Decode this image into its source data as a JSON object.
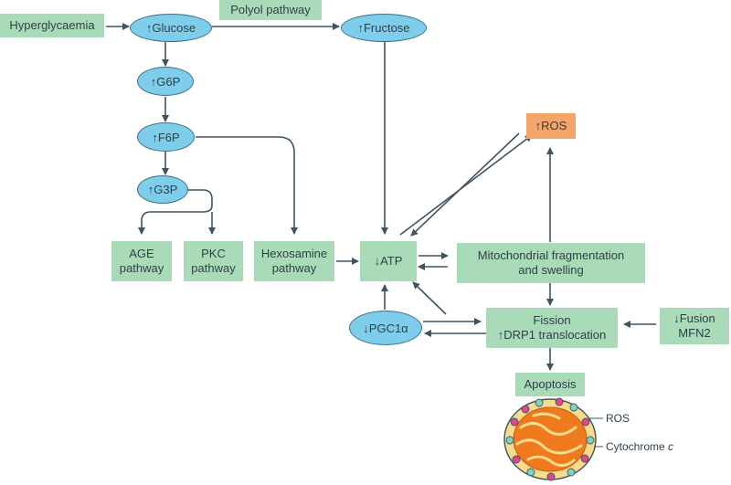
{
  "nodes": {
    "hyperglycaemia": "Hyperglycaemia",
    "polyol_pathway": "Polyol pathway",
    "glucose": "↑Glucose",
    "fructose": "↑Fructose",
    "g6p": "↑G6P",
    "f6p": "↑F6P",
    "g3p": "↑G3P",
    "age_pathway": [
      "AGE",
      "pathway"
    ],
    "pkc_pathway": [
      "PKC",
      "pathway"
    ],
    "hexosamine_pathway": [
      "Hexosamine",
      "pathway"
    ],
    "atp": "↓ATP",
    "ros": "↑ROS",
    "mito_fragmentation": [
      "Mitochondrial fragmentation",
      "and swelling"
    ],
    "pgc1a": "↓PGC1α",
    "fission": [
      "Fission",
      "↑DRP1 translocation"
    ],
    "fusion": [
      "↓Fusion",
      "MFN2"
    ],
    "apoptosis": "Apoptosis"
  },
  "illustration": {
    "ros_label": "ROS",
    "cytochrome_label_main": "Cytochrome ",
    "cytochrome_label_italic": "c"
  },
  "colors": {
    "box_fill": "#a9dbb8",
    "oval_fill": "#7ecdea",
    "ros_fill": "#f5a46a",
    "arrow": "#3f5461",
    "mito_outer": "#f6dc8c",
    "mito_inner": "#f07a1e"
  }
}
